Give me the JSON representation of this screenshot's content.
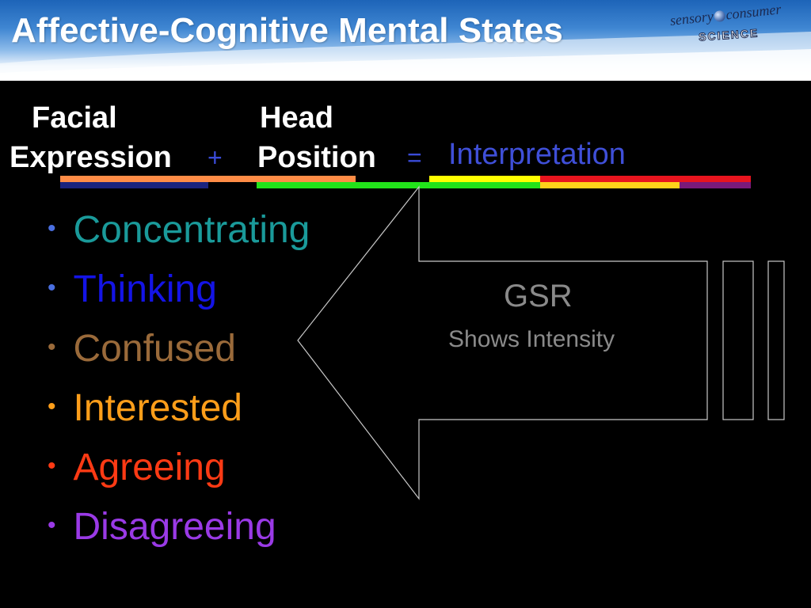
{
  "header": {
    "title": "Affective-Cognitive Mental States",
    "logo_text_top": "sensory",
    "logo_text_top2": "consumer",
    "logo_text_bottom": "SCIENCE"
  },
  "equation": {
    "facial_line1": "Facial",
    "facial_line2": "Expression",
    "plus": "+",
    "head_line1": "Head",
    "head_line2": "Position",
    "equals": "=",
    "interpretation": "Interpretation"
  },
  "states": [
    {
      "label": "Concentrating",
      "color": "#1a9a9a"
    },
    {
      "label": "Thinking",
      "color": "#1414e6"
    },
    {
      "label": "Confused",
      "color": "#9a6a3a"
    },
    {
      "label": "Interested",
      "color": "#ff9e1a"
    },
    {
      "label": "Agreeing",
      "color": "#ff3a14"
    },
    {
      "label": "Disagreeing",
      "color": "#9a3ae6"
    }
  ],
  "gsr": {
    "title": "GSR",
    "subtitle": "Shows Intensity"
  },
  "colors": {
    "orange": "#ff8c46",
    "navy": "#1a237e",
    "green": "#22e31a",
    "yellow": "#ffff00",
    "red": "#e8141e",
    "gold": "#ffd21a",
    "purple": "#7a1a7a",
    "arrow_outline": "#c8c8c8"
  }
}
